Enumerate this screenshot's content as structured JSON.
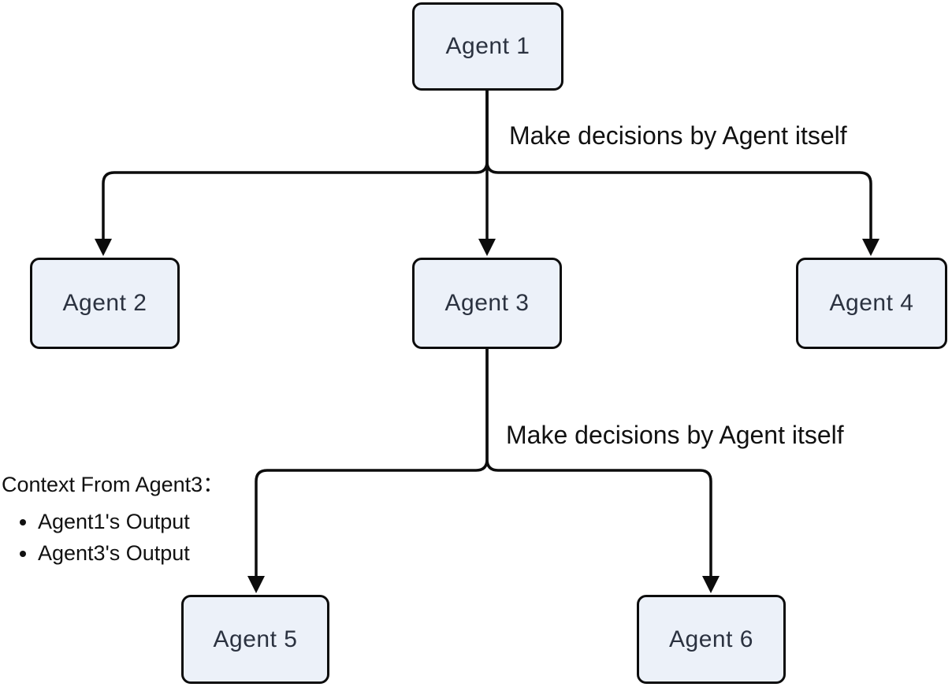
{
  "diagram": {
    "nodes": [
      {
        "id": "agent1",
        "label": "Agent 1"
      },
      {
        "id": "agent2",
        "label": "Agent 2"
      },
      {
        "id": "agent3",
        "label": "Agent 3"
      },
      {
        "id": "agent4",
        "label": "Agent 4"
      },
      {
        "id": "agent5",
        "label": "Agent 5"
      },
      {
        "id": "agent6",
        "label": "Agent 6"
      }
    ],
    "edges": [
      {
        "from": "agent1",
        "to": "agent2"
      },
      {
        "from": "agent1",
        "to": "agent3"
      },
      {
        "from": "agent1",
        "to": "agent4"
      },
      {
        "from": "agent3",
        "to": "agent5"
      },
      {
        "from": "agent3",
        "to": "agent6"
      }
    ],
    "edge_labels": [
      {
        "text": "Make decisions by Agent itself"
      },
      {
        "text": "Make decisions by Agent itself"
      }
    ],
    "context_note": {
      "title": "Context From Agent3：",
      "items": [
        "Agent1's Output",
        "Agent3's Output"
      ]
    },
    "colors": {
      "node_fill": "#ECF1F9",
      "node_border": "#0c0c0c",
      "node_text": "#2b3240",
      "line": "#0c0c0c",
      "label_text": "#111111",
      "background": "#ffffff"
    }
  }
}
